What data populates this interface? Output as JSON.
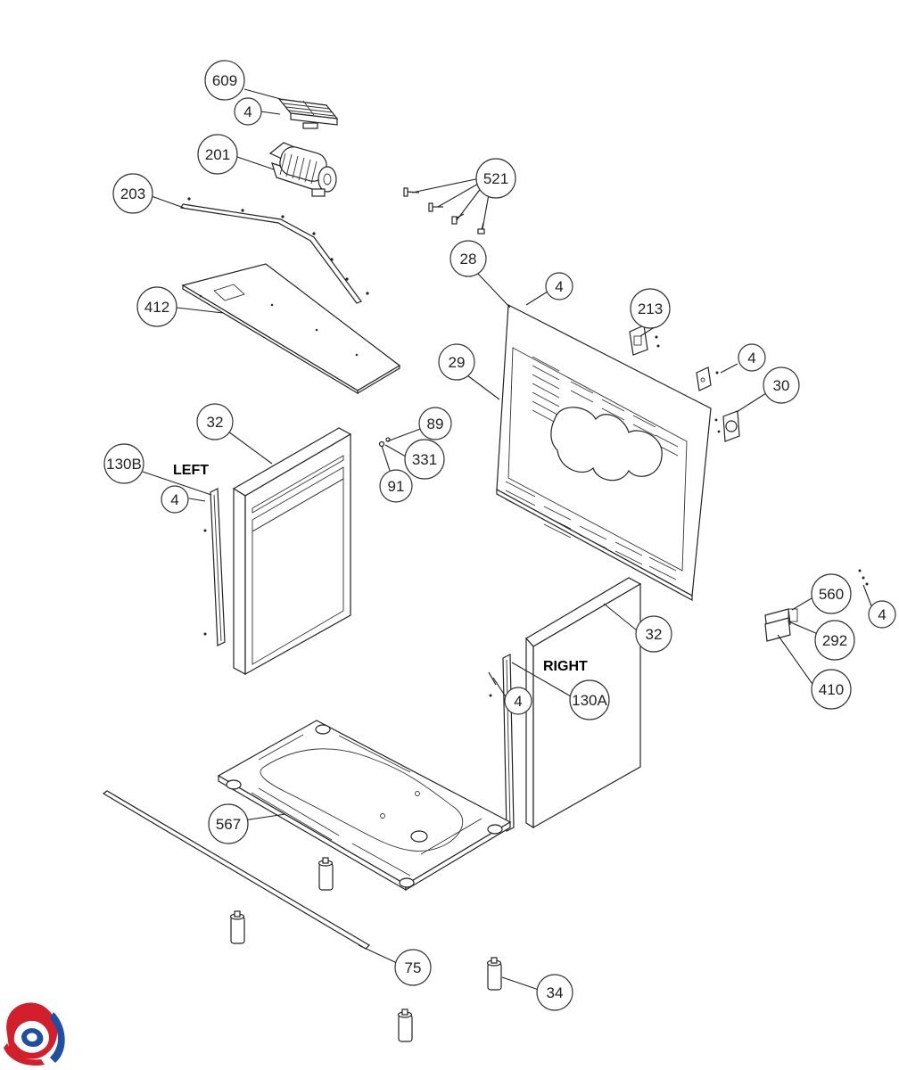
{
  "labels": {
    "left": "LEFT",
    "right": "RIGHT"
  },
  "callouts": {
    "c609": "609",
    "c4_grille": "4",
    "c201": "201",
    "c203": "203",
    "c412": "412",
    "c521": "521",
    "c28": "28",
    "c4_top": "4",
    "c213": "213",
    "c29": "29",
    "c4_bracket": "4",
    "c30": "30",
    "c89": "89",
    "c331": "331",
    "c91": "91",
    "c32_left": "32",
    "c130b": "130B",
    "c4_left": "4",
    "c560": "560",
    "c4_right_edge": "4",
    "c292": "292",
    "c410": "410",
    "c32_right": "32",
    "c4_right": "4",
    "c130a": "130A",
    "c567": "567",
    "c75": "75",
    "c34": "34"
  },
  "logo": {
    "name": "brand-logo-icon",
    "colors": [
      "#d21f2b",
      "#1f4fa3"
    ]
  }
}
